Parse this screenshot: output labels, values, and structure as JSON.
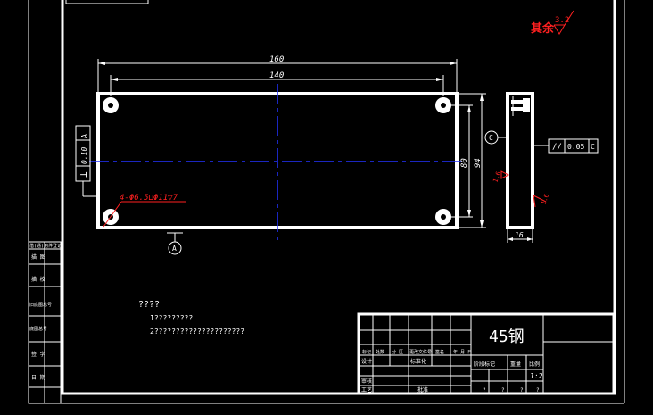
{
  "surface_finish": {
    "label": "其余",
    "value": "3.2"
  },
  "dims": {
    "overall_length": "160",
    "hole_spacing_x": "140",
    "hole_spacing_y": "80",
    "overall_height": "94",
    "thickness": "16",
    "side_ra_top": "1.6",
    "side_ra_bottom": "1.6"
  },
  "hole_callout": "4-Φ6.5⊔Φ11▽7",
  "perpendicularity": {
    "symbol": "⊥",
    "tol": "0.10",
    "datum": "A"
  },
  "parallelism": {
    "symbol": "//",
    "tol": "0.05",
    "datum": "C"
  },
  "datum_a": "A",
  "datum_c": "C",
  "notes": {
    "heading": "????",
    "line1": "1?????????",
    "line2": "2?????????????????????"
  },
  "left_strip": [
    "借(通)用件登记",
    "描  图",
    "描  校",
    "旧底图总号",
    "底图总号",
    "签  字",
    "日  期"
  ],
  "title_block": {
    "material": "45钢",
    "scale": "1:2",
    "stage_label": "阶段标记",
    "weight_label": "重量",
    "ratio_label": "比例",
    "rev_row": [
      "标记",
      "处数",
      "分  区",
      "更改文件号",
      "签名",
      "年.月.日"
    ],
    "design": "设计",
    "std": "标准化",
    "check": "审核",
    "process": "工艺",
    "approve": "批准",
    "sheet_marks": [
      "?",
      "?",
      "?",
      "?"
    ]
  }
}
